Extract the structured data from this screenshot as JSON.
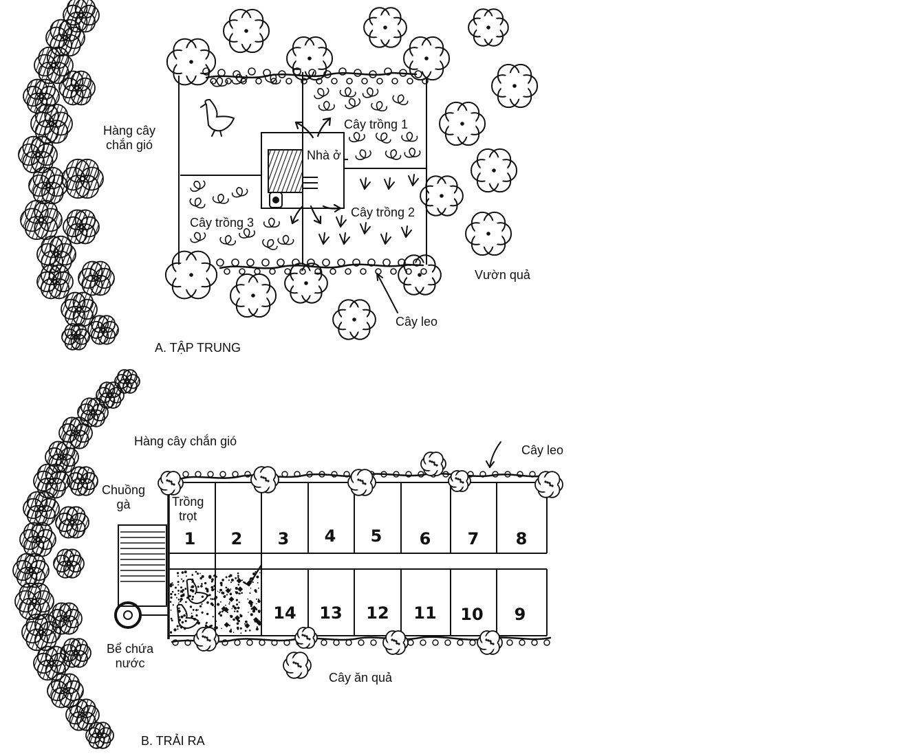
{
  "diagram_a": {
    "windbreak": "Hàng cây\nchắn gió",
    "house": "Nhà ở",
    "crop1": "Cây trồng 1",
    "crop2": "Cây trồng 2",
    "crop3": "Cây trồng 3",
    "orchard": "Vườn quả",
    "climber": "Cây leo",
    "caption": "A. TẬP TRUNG"
  },
  "diagram_b": {
    "windbreak": "Hàng cây chắn gió",
    "climber": "Cây leo",
    "coop": "Chuồng\ngà",
    "cultivation": "Trồng\ntrọt",
    "tank": "Bể chứa\nnước",
    "fruit_trees": "Cây ăn quả",
    "caption": "B. TRẢI RA",
    "plots_top": [
      "1",
      "2",
      "3",
      "4",
      "5",
      "6",
      "7",
      "8"
    ],
    "plots_bottom": [
      "14",
      "13",
      "12",
      "11",
      "10",
      "9"
    ]
  },
  "colors": {
    "ink": "#111111",
    "paper": "#ffffff"
  }
}
